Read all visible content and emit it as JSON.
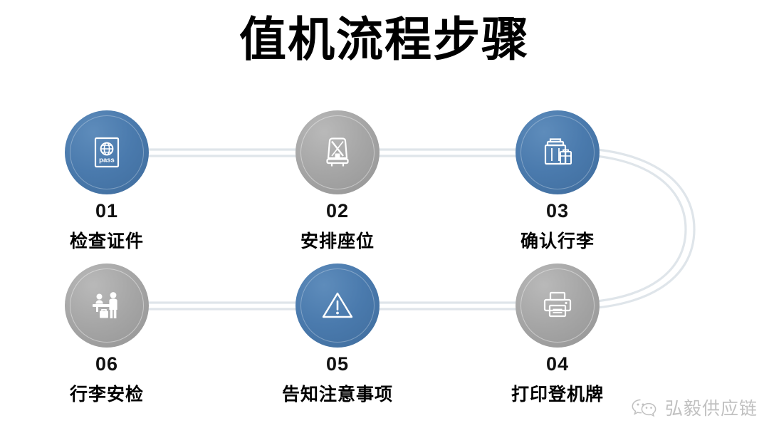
{
  "slide": {
    "title": "值机流程步骤",
    "background_color": "#ffffff"
  },
  "theme": {
    "accent_blue": "#4a7aad",
    "accent_gray": "#a6a6a6",
    "connector_color": "#dfe5ea",
    "text_color": "#000000",
    "watermark_color": "#9a9a9a"
  },
  "steps": [
    {
      "number": "01",
      "label": "检查证件",
      "icon": "passport-icon",
      "color": "blue",
      "color_hex": "#4a7aad"
    },
    {
      "number": "02",
      "label": "安排座位",
      "icon": "seat-belt-icon",
      "color": "gray",
      "color_hex": "#a6a6a6"
    },
    {
      "number": "03",
      "label": "确认行李",
      "icon": "luggage-icon",
      "color": "blue",
      "color_hex": "#4a7aad"
    },
    {
      "number": "04",
      "label": "打印登机牌",
      "icon": "printer-icon",
      "color": "gray",
      "color_hex": "#a6a6a6"
    },
    {
      "number": "05",
      "label": "告知注意事项",
      "icon": "warning-triangle-icon",
      "color": "blue",
      "color_hex": "#4a7aad"
    },
    {
      "number": "06",
      "label": "行李安检",
      "icon": "security-check-icon",
      "color": "gray",
      "color_hex": "#a6a6a6"
    }
  ],
  "icon_glyph_text": {
    "passport_word": "pass"
  },
  "watermark": {
    "text": "弘毅供应链",
    "icon": "wechat-icon"
  }
}
